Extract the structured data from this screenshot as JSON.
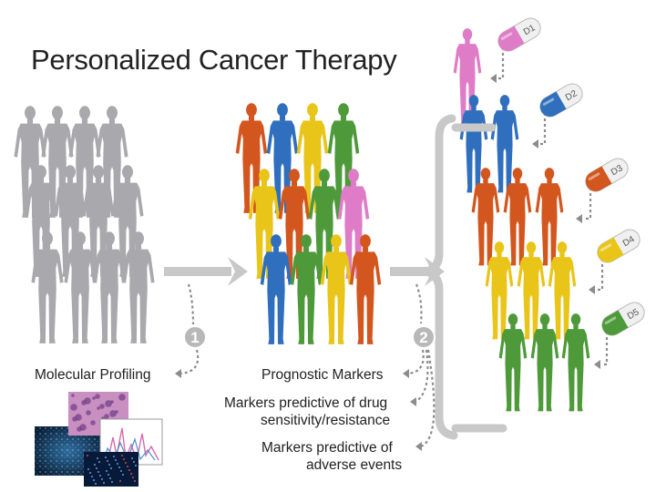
{
  "title": "Personalized Cancer Therapy",
  "steps": {
    "one": "1",
    "two": "2"
  },
  "labels": {
    "molecular_profiling": "Molecular Profiling",
    "prognostic_markers": "Prognostic Markers",
    "drug_markers_line1": "Markers predictive of drug",
    "drug_markers_line2": "sensitivity/resistance",
    "adverse_line1": "Markers predictive of",
    "adverse_line2": "adverse events"
  },
  "drugs": [
    "D1",
    "D2",
    "D3",
    "D4",
    "D5"
  ],
  "colors": {
    "gray": "#a9a9ad",
    "orange": "#d2561e",
    "blue": "#2f6fbd",
    "yellow": "#e9c51a",
    "green": "#4e9a3a",
    "pink": "#de7cc8",
    "arrow": "#c8c8c8"
  }
}
